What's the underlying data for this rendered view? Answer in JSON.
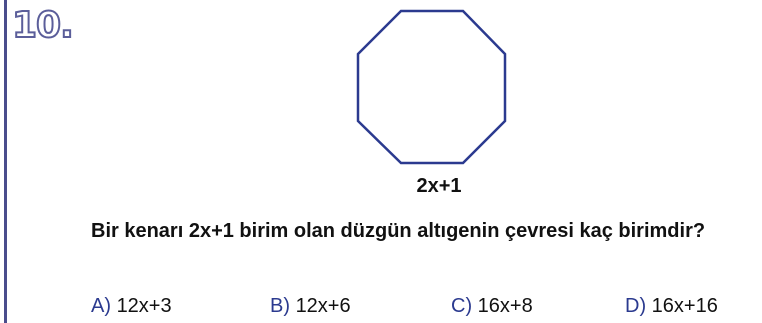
{
  "question_number": "10.",
  "figure": {
    "shape": "regular-octagon",
    "side_label": "2x+1",
    "stroke_color": "#2b3a8f"
  },
  "question_text": "Bir kenarı 2x+1 birim olan düzgün altıgenin çevresi kaç birimdir?",
  "options": [
    {
      "letter": "A)",
      "text": "12x+3"
    },
    {
      "letter": "B)",
      "text": "12x+6"
    },
    {
      "letter": "C)",
      "text": "16x+8"
    },
    {
      "letter": "D)",
      "text": "16x+16"
    }
  ],
  "colors": {
    "accent": "#2b3a8f",
    "left_rule": "#4a4d8c"
  }
}
